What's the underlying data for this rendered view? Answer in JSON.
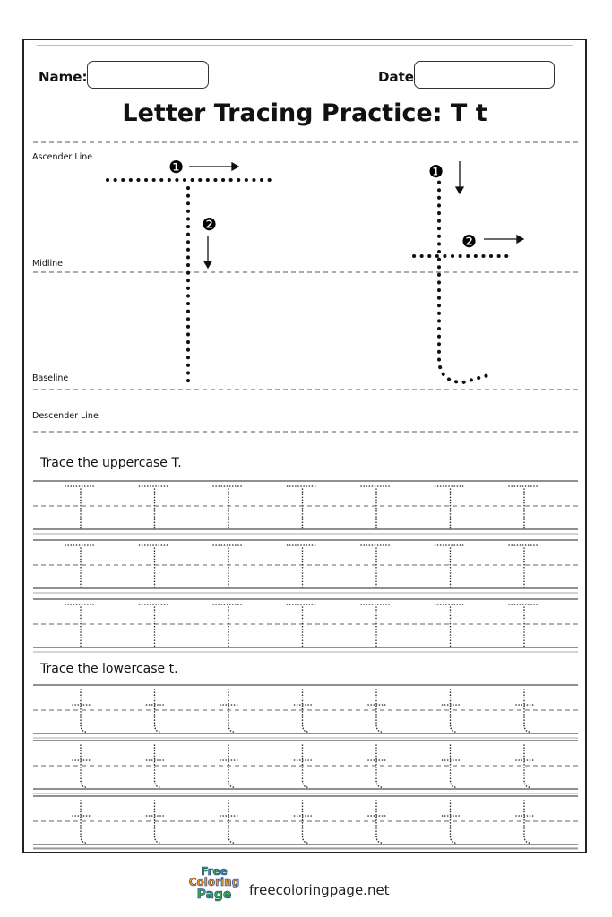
{
  "header": {
    "name_label": "Name:",
    "name_value": "",
    "date_label": "Date:",
    "date_value": ""
  },
  "title": "Letter Tracing Practice: T t",
  "guide_lines": {
    "ascender": "Ascender Line",
    "midline": "Midline",
    "baseline": "Baseline",
    "descender": "Descender Line"
  },
  "stroke_steps": {
    "step1": "❶",
    "step2": "❷"
  },
  "sections": {
    "uppercase_heading": "Trace the uppercase T.",
    "lowercase_heading": "Trace the lowercase t."
  },
  "practice": {
    "uppercase_letter": "T",
    "lowercase_letter": "t",
    "rows_per_section": 3,
    "letters_per_row": 7
  },
  "footer": {
    "logo_line1": "Free",
    "logo_line2": "Coloring",
    "logo_line3": "Page",
    "site": "freecoloringpage.net"
  },
  "colors": {
    "ink": "#111111",
    "guide": "#555555",
    "logo_blue": "#1a3d8f",
    "logo_green": "#3aa84a",
    "logo_orange": "#f39a1e"
  }
}
